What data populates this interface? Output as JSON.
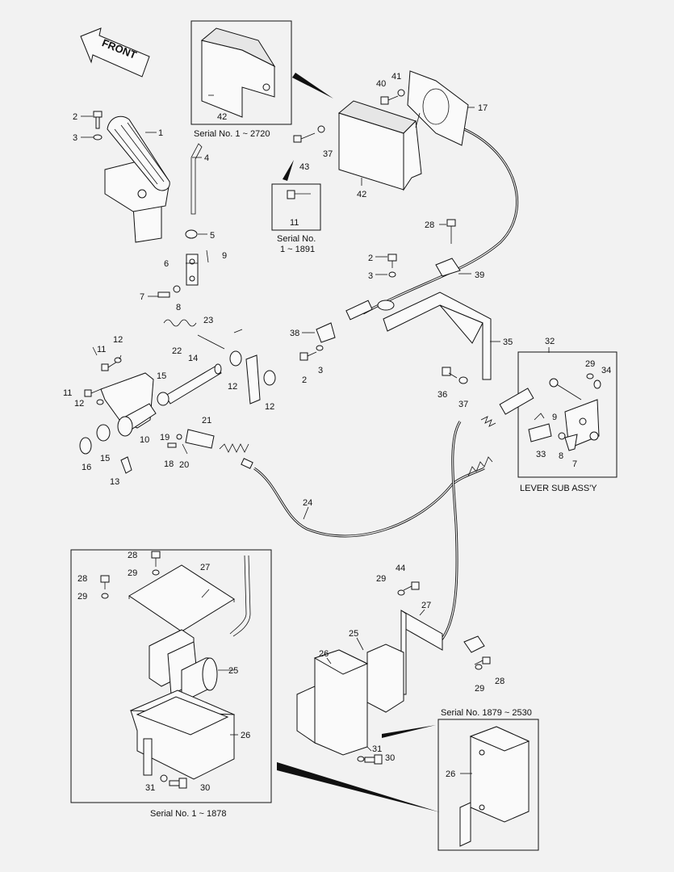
{
  "front_label": "FRONT",
  "captions": {
    "serial_1_2720": "Serial No. 1 ~ 2720",
    "serial_1_1891_a": "Serial No.",
    "serial_1_1891_b": "1 ~ 1891",
    "lever_sub_assy": "LEVER SUB ASS'Y",
    "serial_1_1878": "Serial No. 1 ~ 1878",
    "serial_1879_2530": "Serial No. 1879 ~ 2530"
  },
  "callouts": {
    "n1": "1",
    "n2": "2",
    "n3": "3",
    "n4": "4",
    "n5": "5",
    "n6": "6",
    "n7": "7",
    "n8": "8",
    "n9": "9",
    "n10": "10",
    "n11": "11",
    "n12": "12",
    "n13": "13",
    "n14": "14",
    "n15": "15",
    "n16": "16",
    "n17": "17",
    "n18": "18",
    "n19": "19",
    "n20": "20",
    "n21": "21",
    "n22": "22",
    "n23": "23",
    "n24": "24",
    "n25": "25",
    "n26": "26",
    "n27": "27",
    "n28": "28",
    "n29": "29",
    "n30": "30",
    "n31": "31",
    "n32": "32",
    "n33": "33",
    "n34": "34",
    "n35": "35",
    "n36": "36",
    "n37": "37",
    "n38": "38",
    "n39": "39",
    "n40": "40",
    "n41": "41",
    "n42": "42",
    "n43": "43",
    "n44": "44"
  }
}
